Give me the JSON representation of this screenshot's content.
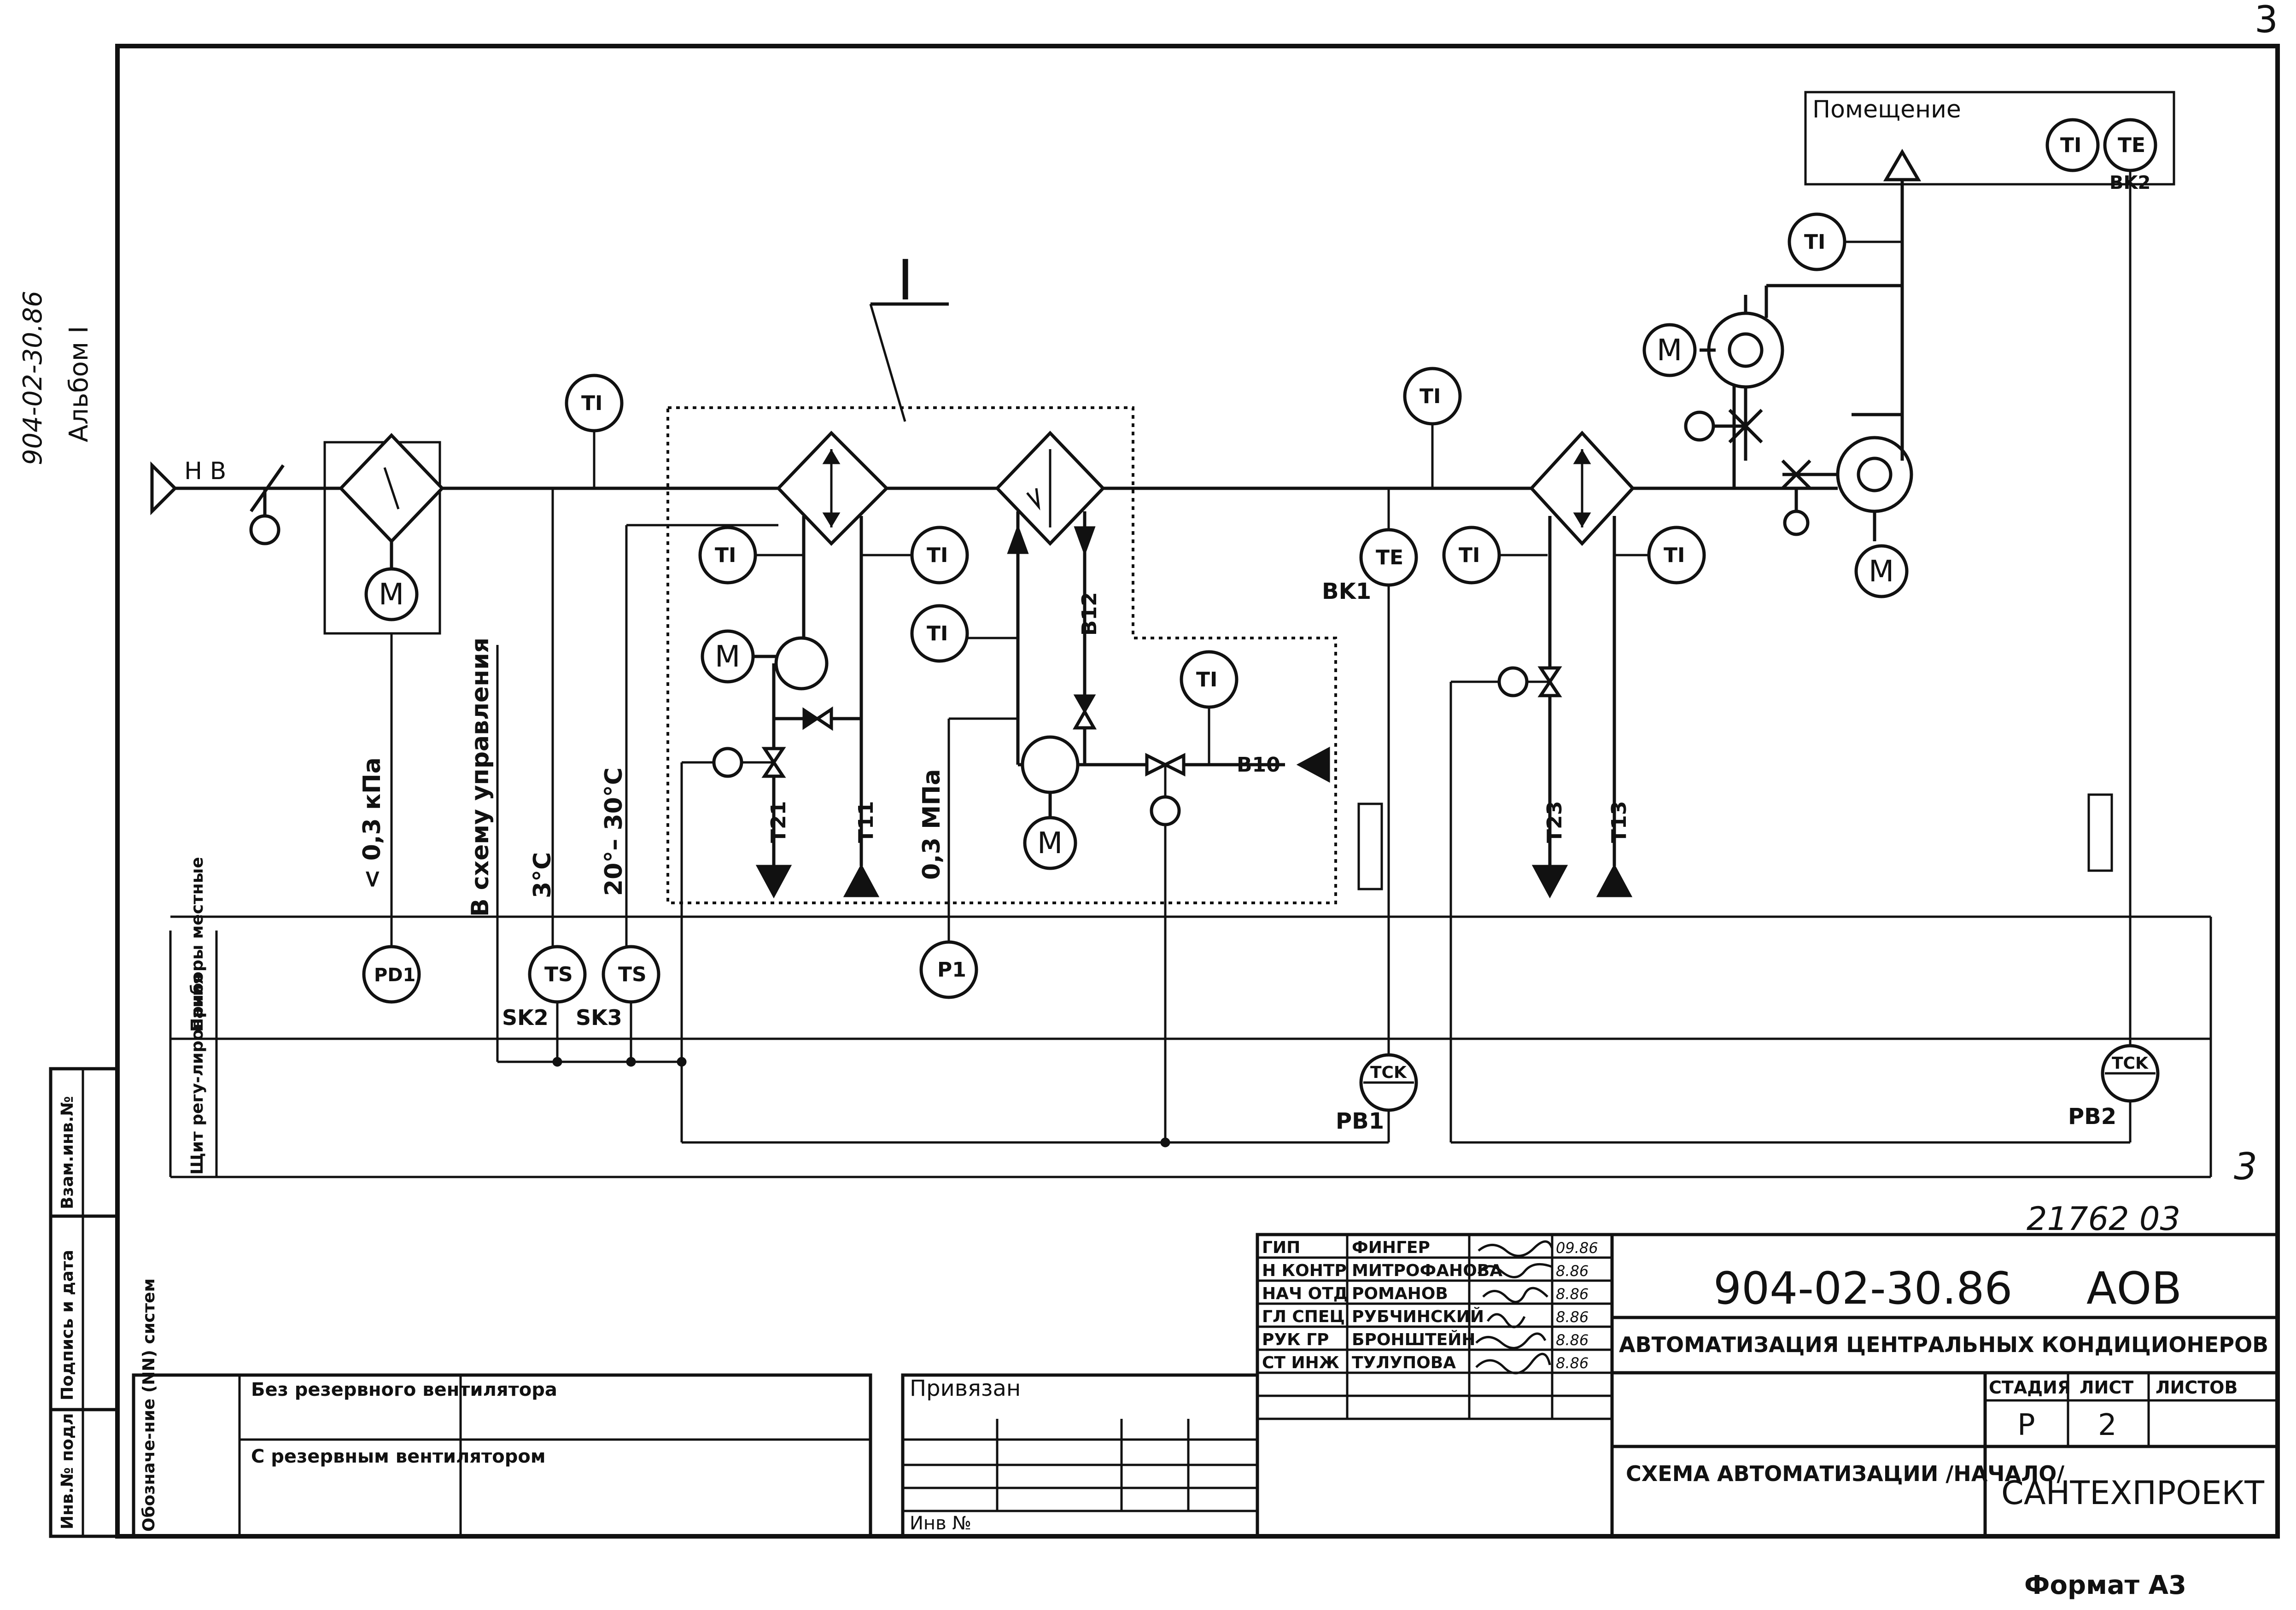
{
  "corner_numbers": {
    "top_right": "3",
    "bottom_right": "3"
  },
  "side_margin": {
    "doc_code": "904-02-30.86",
    "album": "Альбом I"
  },
  "margin_stamp": {
    "col1": "Инв.№ подл",
    "col2": "Подпись и дата",
    "col3": "Взам.инв.№"
  },
  "callout": "I",
  "medium": {
    "outside_air": "Н В",
    "room": "Помещение"
  },
  "instruments": {
    "t1": "TI",
    "te": "TE",
    "ts": "TS",
    "pd1": "PD1",
    "p1": "P1",
    "tck": "TCK",
    "motor": "M"
  },
  "tags": {
    "bk1": "BK1",
    "bk2": "BK2",
    "pb1": "PB1",
    "pb2": "PB2",
    "sk2": "SK2",
    "sk3": "SK3",
    "b10": "B10",
    "b12": "B12",
    "t21": "T21",
    "t11": "T11",
    "t23": "T23",
    "t13": "T13"
  },
  "vertical_notes": {
    "pressure": "< 0,3 кПа",
    "to_control": "В схему управления",
    "temp3": "3°С",
    "temp_range": "20°– 30°С",
    "pressure_mpa": "0,3 МПа"
  },
  "row_labels": {
    "local": "Приборы местные",
    "panel": "Щит регу-лирования"
  },
  "system_table": {
    "header": "Обозначе-ние (NN) систем",
    "row1": "Без резервного вентилятора",
    "row2": "С резервным вентилятором"
  },
  "binding": {
    "tied": "Привязан",
    "inv": "Инв №"
  },
  "stamp": {
    "roles": [
      "ГИП",
      "Н КОНТР",
      "НАЧ ОТД",
      "ГЛ СПЕЦ",
      "РУК ГР",
      "СТ ИНЖ"
    ],
    "names": [
      "ФИНГЕР",
      "МИТРОФАНОВА",
      "РОМАНОВ",
      "РУБЧИНСКИЙ",
      "БРОНШТЕЙН",
      "ТУЛУПОВА"
    ],
    "dates": [
      "09.86",
      "8.86",
      "8.86",
      "8.86",
      "8.86",
      "8.86"
    ],
    "doc_number": "904-02-30.86",
    "mark": "АОВ",
    "title": "АВТОМАТИЗАЦИЯ ЦЕНТРАЛЬНЫХ КОНДИЦИОНЕРОВ",
    "sheet_title": "СХЕМА АВТОМАТИЗАЦИИ /НАЧАЛО/",
    "stage_h": "СТАДИЯ",
    "sheet_h": "ЛИСТ",
    "sheets_h": "ЛИСТОВ",
    "stage": "Р",
    "sheet": "2",
    "org": "САНТЕХПРОЕКТ",
    "handwritten": "21762 03"
  },
  "format": "Формат А3"
}
